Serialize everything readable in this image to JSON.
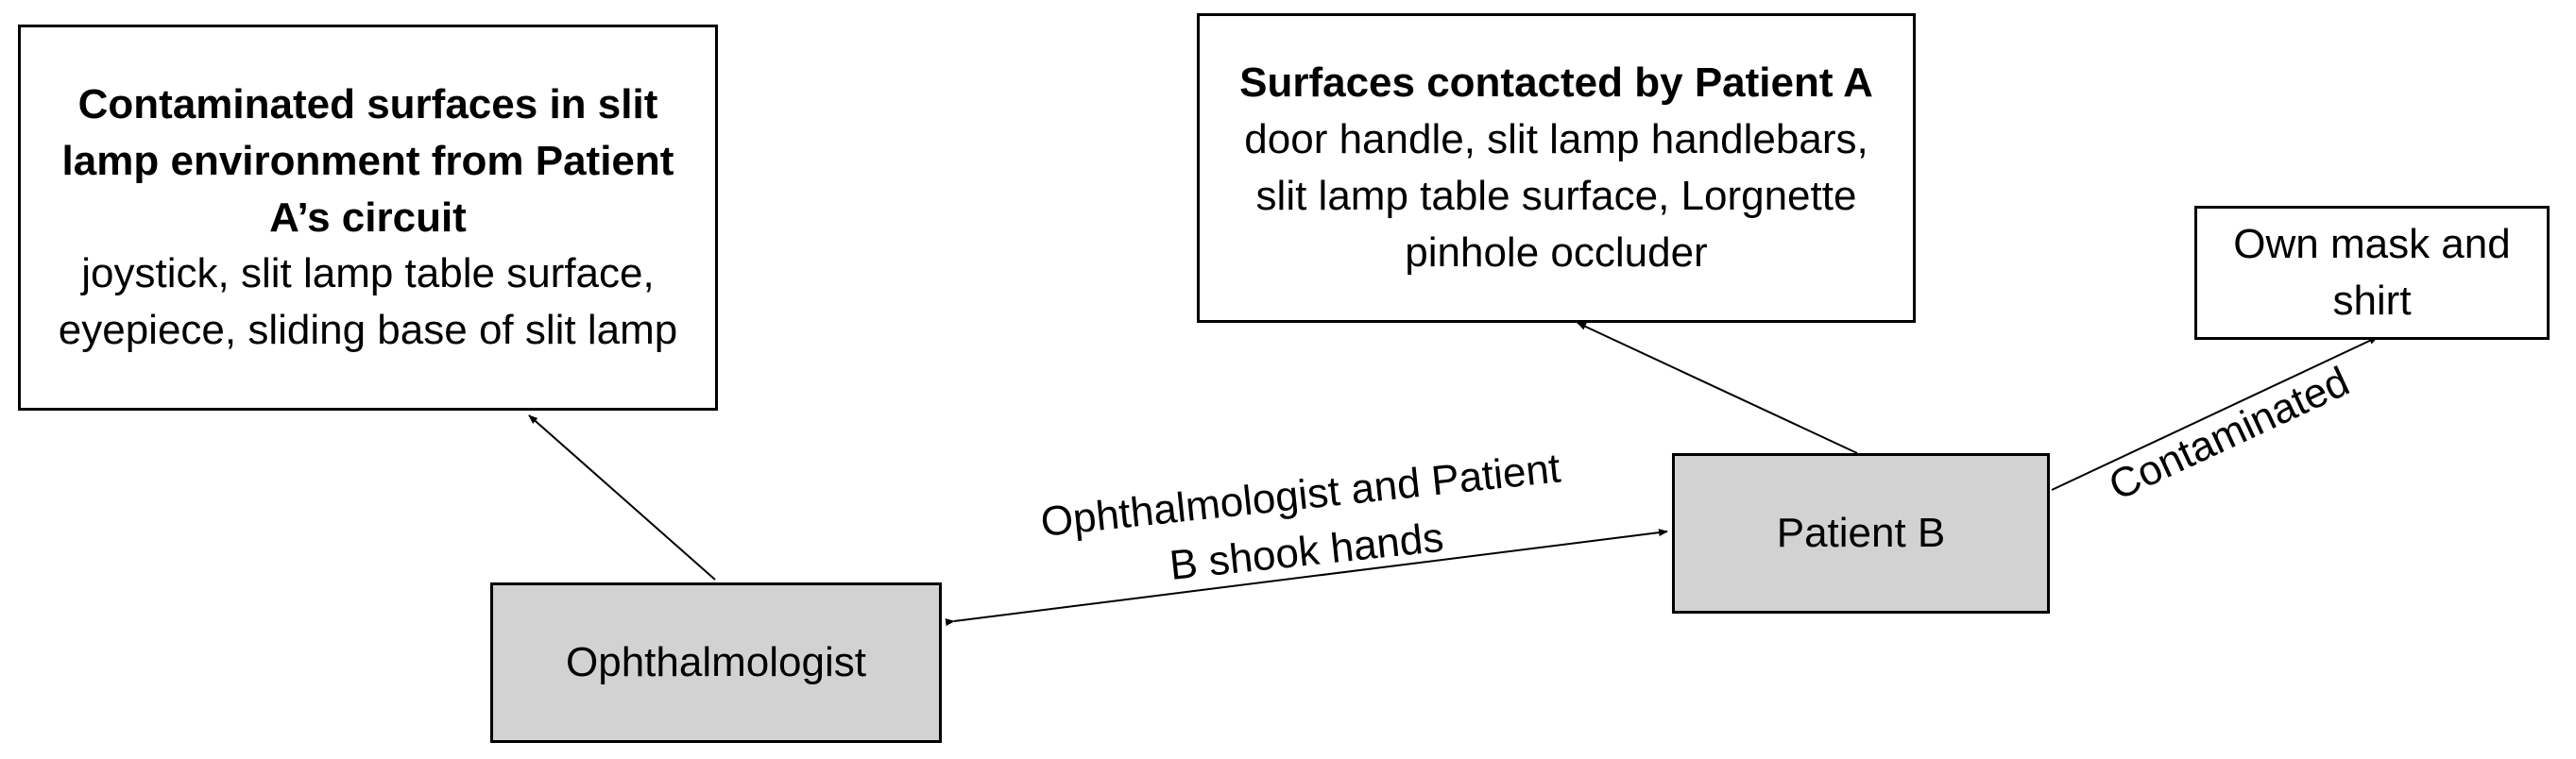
{
  "nodes": {
    "contaminated_surfaces": {
      "title": "Contaminated surfaces in slit lamp environment from Patient A’s circuit",
      "body": "joystick, slit lamp table surface, eyepiece, sliding base of slit lamp"
    },
    "surfaces_contacted": {
      "title": "Surfaces contacted by Patient A",
      "body": "door handle, slit lamp handlebars, slit lamp table surface, Lorgnette pinhole occluder"
    },
    "own_mask": {
      "label": "Own mask and shirt"
    },
    "patient_b": {
      "label": "Patient B"
    },
    "ophthalmologist": {
      "label": "Ophthalmologist"
    }
  },
  "edges": {
    "handshake_label": "Ophthalmologist and Patient B shook hands",
    "contaminated_label": "Contaminated"
  },
  "colors": {
    "filled_node": "#d2d2d2",
    "stroke": "#000000"
  }
}
